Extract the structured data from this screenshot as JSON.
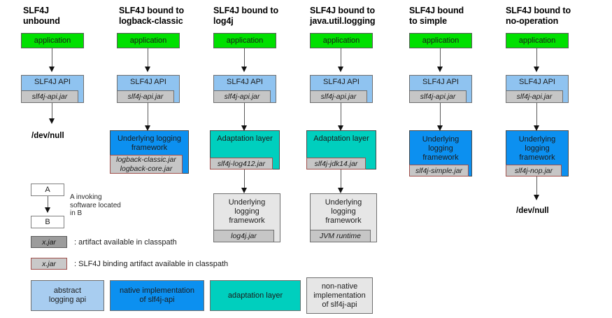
{
  "diagram": {
    "title": "SLF4J bindings overview",
    "colors": {
      "application": "#00e000",
      "slf4j_api": "#8fc3f0",
      "native_impl": "#0c90f0",
      "adaptation": "#00cfbe",
      "non_native": "#e6e6e6",
      "jar_chip": "#c6c6c6",
      "binding_border": "#a0504c",
      "arrow": "#111111"
    }
  },
  "columns": [
    {
      "id": "unbound",
      "title": "SLF4J\nunbound",
      "nodes": [
        {
          "label": "application",
          "kind": "green"
        },
        {
          "label": "SLF4J API",
          "kind": "lblue",
          "jar": "slf4j-api.jar",
          "jar_binding": false
        }
      ],
      "terminal": "/dev/null"
    },
    {
      "id": "logback-classic",
      "title": "SLF4J bound to\nlogback-classic",
      "nodes": [
        {
          "label": "application",
          "kind": "green"
        },
        {
          "label": "SLF4J API",
          "kind": "lblue",
          "jar": "slf4j-api.jar",
          "jar_binding": false
        },
        {
          "label": "Underlying logging\nframework",
          "kind": "blue",
          "jar": "logback-classic.jar\nlogback-core.jar",
          "jar_binding": true
        }
      ],
      "terminal": ""
    },
    {
      "id": "log4j",
      "title": "SLF4J bound to\nlog4j",
      "nodes": [
        {
          "label": "application",
          "kind": "green"
        },
        {
          "label": "SLF4J API",
          "kind": "lblue",
          "jar": "slf4j-api.jar",
          "jar_binding": false
        },
        {
          "label": "Adaptation layer",
          "kind": "teal",
          "jar": "slf4j-log412.jar",
          "jar_binding": true
        },
        {
          "label": "Underlying\nlogging\nframework",
          "kind": "gray",
          "jar": "log4j.jar",
          "jar_binding": false
        }
      ],
      "terminal": ""
    },
    {
      "id": "java-util-logging",
      "title": "SLF4J bound to\njava.util.logging",
      "nodes": [
        {
          "label": "application",
          "kind": "green"
        },
        {
          "label": "SLF4J API",
          "kind": "lblue",
          "jar": "slf4j-api.jar",
          "jar_binding": false
        },
        {
          "label": "Adaptation layer",
          "kind": "teal",
          "jar": "slf4j-jdk14.jar",
          "jar_binding": true
        },
        {
          "label": "Underlying\nlogging\nframework",
          "kind": "gray",
          "jar": "JVM runtime",
          "jar_binding": false
        }
      ],
      "terminal": ""
    },
    {
      "id": "simple",
      "title": "SLF4J bound\nto simple",
      "nodes": [
        {
          "label": "application",
          "kind": "green"
        },
        {
          "label": "SLF4J API",
          "kind": "lblue",
          "jar": "slf4j-api.jar",
          "jar_binding": false
        },
        {
          "label": "Underlying\nlogging\nframework",
          "kind": "blue",
          "jar": "slf4j-simple.jar",
          "jar_binding": true
        }
      ],
      "terminal": ""
    },
    {
      "id": "no-operation",
      "title": "SLF4J bound to\nno-operation",
      "nodes": [
        {
          "label": "application",
          "kind": "green"
        },
        {
          "label": "SLF4J API",
          "kind": "lblue",
          "jar": "slf4j-api.jar",
          "jar_binding": false
        },
        {
          "label": "Underlying\nlogging\nframework",
          "kind": "blue",
          "jar": "slf4j-nop.jar",
          "jar_binding": true
        }
      ],
      "terminal": "/dev/null"
    }
  ],
  "legend": {
    "invocation": {
      "box_a": "A",
      "box_b": "B",
      "caption": "A invoking\nsoftware located\nin B"
    },
    "artifact": {
      "chip": "x.jar",
      "text": ": artifact available in classpath"
    },
    "binding_artifact": {
      "chip": "x.jar",
      "text": ": SLF4J binding artifact available in classpath"
    },
    "swatches": [
      {
        "label": "abstract\nlogging api",
        "kind": "lblue"
      },
      {
        "label": "native implementation\nof slf4j-api",
        "kind": "blue"
      },
      {
        "label": "adaptation layer",
        "kind": "teal"
      },
      {
        "label": "non-native\nimplementation\nof slf4j-api",
        "kind": "gray"
      }
    ]
  }
}
